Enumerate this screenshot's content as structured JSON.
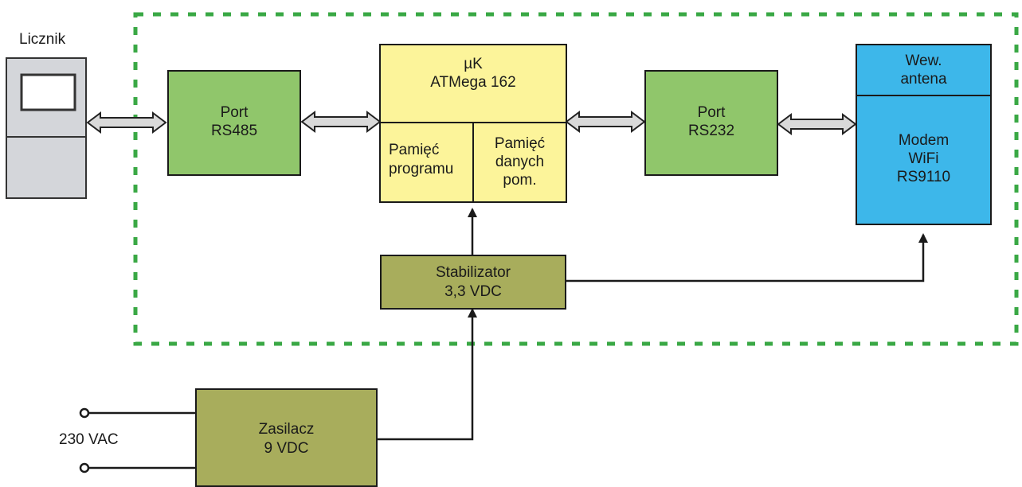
{
  "meter": {
    "label": "Licznik"
  },
  "rs485": {
    "line1": "Port",
    "line2": "RS485"
  },
  "mcu": {
    "line1": "µK",
    "line2": "ATMega 162",
    "prog_mem": {
      "line1": "Pamięć",
      "line2": "programu"
    },
    "data_mem": {
      "line1": "Pamięć",
      "line2": "danych",
      "line3": "pom."
    }
  },
  "rs232": {
    "line1": "Port",
    "line2": "RS232"
  },
  "modem": {
    "antenna": {
      "line1": "Wew.",
      "line2": "antena"
    },
    "line1": "Modem",
    "line2": "WiFi",
    "line3": "RS9110"
  },
  "stabilizer": {
    "line1": "Stabilizator",
    "line2": "3,3 VDC"
  },
  "power_supply": {
    "line1": "Zasilacz",
    "line2": "9 VDC"
  },
  "mains": {
    "label": "230 VAC"
  },
  "colors": {
    "port_green": "#90c66b",
    "mcu_yellow": "#fcf49a",
    "modem_blue": "#3db7ea",
    "power_olive": "#a8ad5c",
    "boundary_green": "#3aa845",
    "arrow_fill": "#d9d9d9",
    "meter_gray": "#d4d6da"
  }
}
